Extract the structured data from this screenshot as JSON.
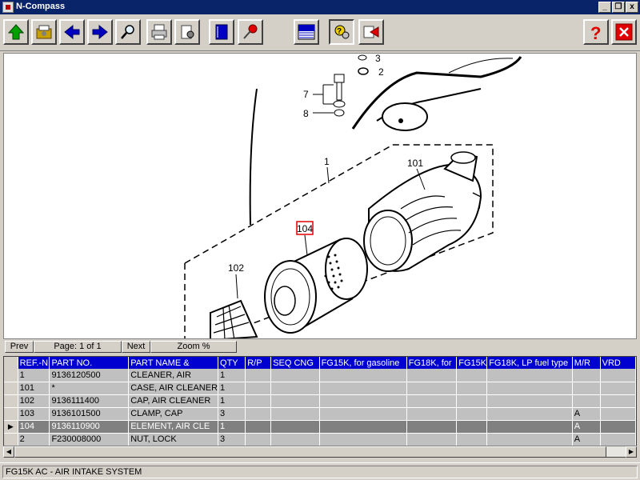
{
  "window": {
    "title": "N-Compass",
    "min_label": "_",
    "restore_label": "❐",
    "close_label": "x"
  },
  "toolbar": {
    "icons": [
      "up-arrow-icon",
      "catalog-icon",
      "back-arrow-icon",
      "forward-arrow-icon",
      "search-icon",
      "print-icon",
      "settings-icon",
      "notebook-icon",
      "pin-icon",
      "picture-icon",
      "part-search-icon",
      "exit-catalog-icon",
      "help-icon",
      "close-icon"
    ]
  },
  "drawing": {
    "callouts": {
      "c3": "3",
      "c2": "2",
      "c7": "7",
      "c8": "8",
      "c1": "1",
      "c101": "101",
      "c104": "104",
      "c102": "102"
    }
  },
  "nav": {
    "prev": "Prev",
    "page": "Page: 1 of 1",
    "next": "Next",
    "zoom": "Zoom %"
  },
  "grid": {
    "columns": [
      "REF.-N",
      "PART NO.",
      "PART NAME &",
      "QTY",
      "R/P",
      "SEQ CNG",
      "FG15K, for gasoline",
      "FG18K, for",
      "FG15K",
      "FG18K, LP fuel type",
      "M/R",
      "VRD"
    ],
    "rows": [
      {
        "ref": "1",
        "part_no": "9136120500",
        "name": "CLEANER, AIR",
        "qty": "1",
        "mr": ""
      },
      {
        "ref": "101",
        "part_no": "*",
        "name": "CASE, AIR CLEANER",
        "qty": "1",
        "mr": ""
      },
      {
        "ref": "102",
        "part_no": "9136111400",
        "name": "CAP, AIR CLEANER",
        "qty": "1",
        "mr": ""
      },
      {
        "ref": "103",
        "part_no": "9136101500",
        "name": "CLAMP, CAP",
        "qty": "3",
        "mr": "A"
      },
      {
        "ref": "104",
        "part_no": "9136110900",
        "name": "ELEMENT, AIR CLE",
        "qty": "1",
        "mr": "A"
      },
      {
        "ref": "2",
        "part_no": "F230008000",
        "name": "NUT, LOCK",
        "qty": "3",
        "mr": "A"
      }
    ],
    "selected_row": 4
  },
  "status": {
    "text": "FG15K AC - AIR INTAKE SYSTEM"
  },
  "colors": {
    "title_bar": "#0a246a",
    "grid_header": "#0000d0",
    "highlight_box": "#e00000"
  }
}
